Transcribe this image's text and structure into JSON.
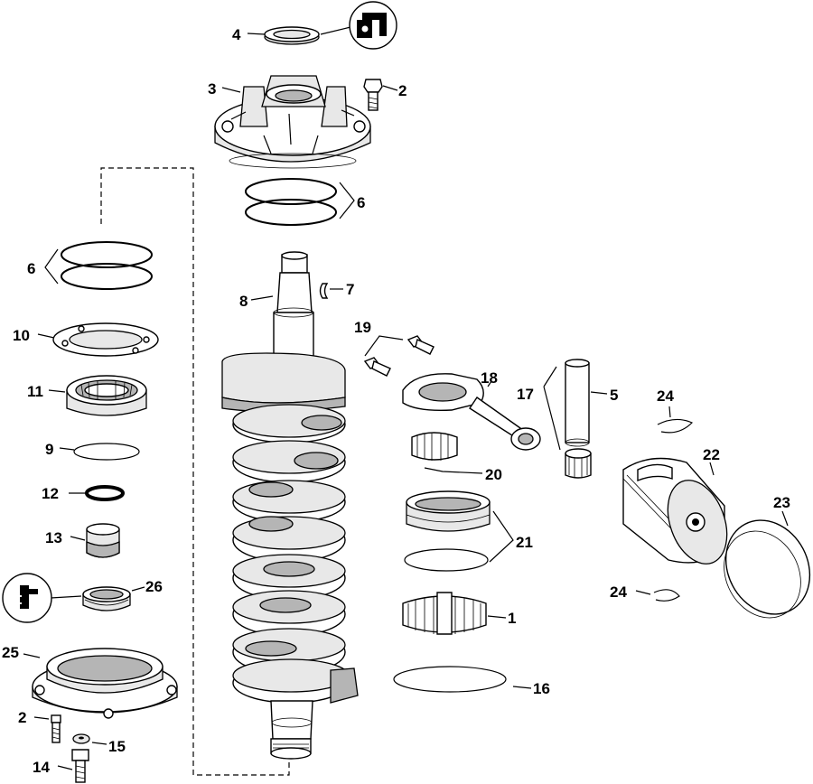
{
  "callouts": {
    "c1": "1",
    "c2a": "2",
    "c2b": "2",
    "c3": "3",
    "c4": "4",
    "c5": "5",
    "c6a": "6",
    "c6b": "6",
    "c7": "7",
    "c8": "8",
    "c9": "9",
    "c10": "10",
    "c11": "11",
    "c12": "12",
    "c13": "13",
    "c14": "14",
    "c15": "15",
    "c16": "16",
    "c17": "17",
    "c18": "18",
    "c19": "19",
    "c20": "20",
    "c21": "21",
    "c22": "22",
    "c23": "23",
    "c24a": "24",
    "c24b": "24",
    "c25": "25",
    "c26": "26"
  },
  "icons": {
    "top": "seal-lubricant-icon",
    "left": "sealant-tube-icon"
  }
}
